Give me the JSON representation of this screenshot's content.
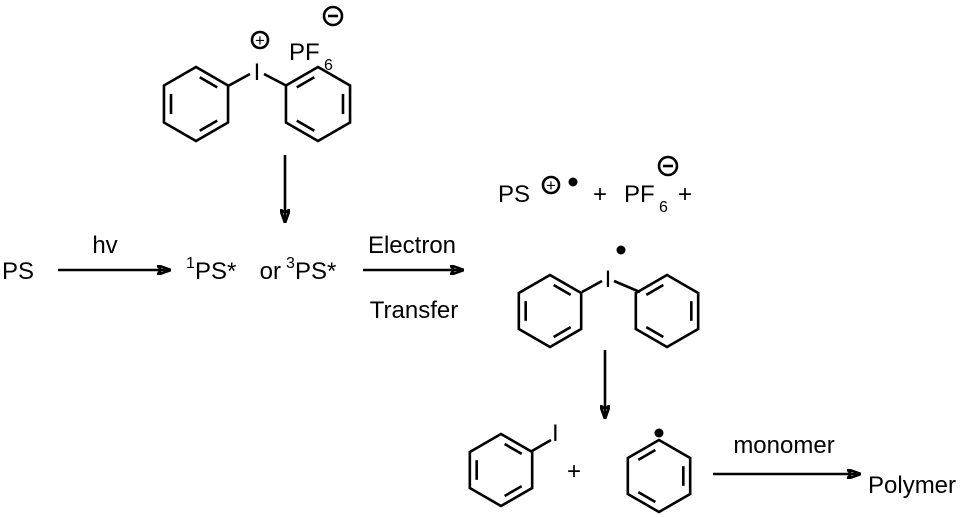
{
  "reactant": {
    "label": "PS"
  },
  "step1": {
    "condition": "hv"
  },
  "excited": {
    "sup1": "1",
    "ps1": "PS*",
    "or": " or ",
    "sup3": "3",
    "ps3": "PS*"
  },
  "step2": {
    "condition_top": "Electron",
    "condition_bottom": "Transfer"
  },
  "iodonium_salt": {
    "iodine": "I",
    "counterion": "PF",
    "counterion_sub": "6",
    "plus": "+",
    "minus": "−"
  },
  "products": {
    "ps": "PS",
    "plus1": "+",
    "pf": "PF",
    "pf_sub": "6",
    "plus2": "+",
    "radical_iodine": "I"
  },
  "fragmentation": {
    "iodobenzene_iodine": "I",
    "plus": "+"
  },
  "step3": {
    "condition": "monomer",
    "product": "Polymer"
  }
}
